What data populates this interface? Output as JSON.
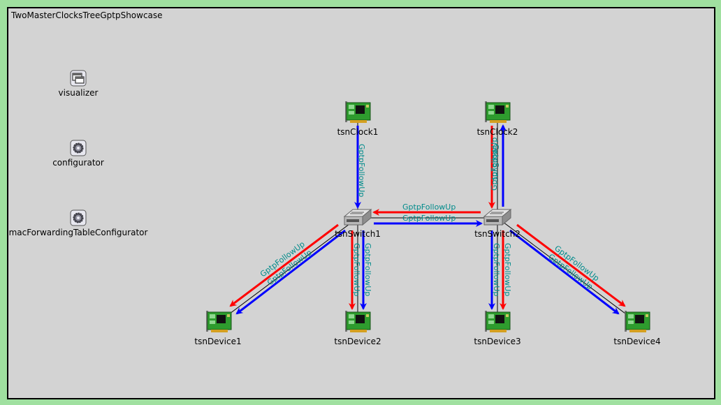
{
  "network": {
    "title": "TwoMasterClocksTreeGptpShowcase"
  },
  "colors": {
    "background": "#a0e0a0",
    "canvas": "#d3d3d3",
    "active_path": "#ff0000",
    "backup_path": "#0000ff",
    "message_label": "#008b8b",
    "nic_board": "#2e9c2e"
  },
  "modules": {
    "visualizer": {
      "label": "visualizer",
      "icon": "window-icon"
    },
    "configurator": {
      "label": "configurator",
      "icon": "gear-icon"
    },
    "mac_configurator": {
      "label": "macForwardingTableConfigurator",
      "icon": "gear-icon"
    }
  },
  "nodes": {
    "tsnClock1": {
      "label": "tsnClock1",
      "icon": "nic-card-icon"
    },
    "tsnClock2": {
      "label": "tsnClock2",
      "icon": "nic-card-icon"
    },
    "tsnSwitch1": {
      "label": "tsnSwitch1",
      "icon": "switch-icon"
    },
    "tsnSwitch2": {
      "label": "tsnSwitch2",
      "icon": "switch-icon"
    },
    "tsnDevice1": {
      "label": "tsnDevice1",
      "icon": "nic-card-icon"
    },
    "tsnDevice2": {
      "label": "tsnDevice2",
      "icon": "nic-card-icon"
    },
    "tsnDevice3": {
      "label": "tsnDevice3",
      "icon": "nic-card-icon"
    },
    "tsnDevice4": {
      "label": "tsnDevice4",
      "icon": "nic-card-icon"
    }
  },
  "messages": {
    "clock1_switch1": "GptpFollowUp",
    "switch2_switch1": "GptpFollowUp",
    "switch1_switch2": "GptpFollowUp",
    "clock2_switch2": "GptpSync",
    "switch2_clock2": "GptpFollowUp",
    "switch1_device1_red": "GptpFollowUp",
    "switch1_device1_blue": "GptpFollowUp",
    "switch1_device2_red": "GptpFollowUp",
    "switch1_device2_blue": "GptpFollowUp",
    "switch2_device3_blue": "GptpFollowUp",
    "switch2_device3_red": "GptpFollowUp",
    "switch2_device4_red": "GptpFollowUp",
    "switch2_device4_blue": "GptpFollowUp"
  }
}
